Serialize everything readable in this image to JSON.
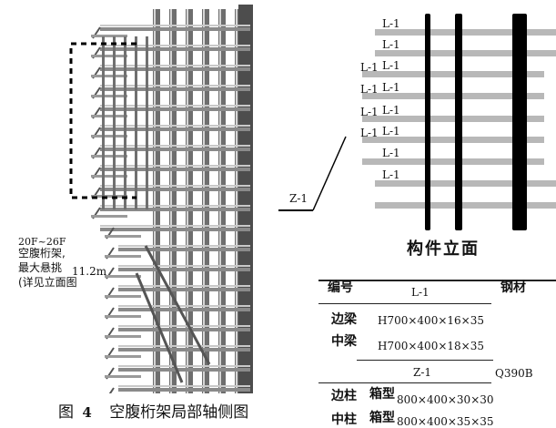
{
  "figure": {
    "caption": "图 4 空腹桁架局部轴侧图",
    "caption_prefix": "图",
    "caption_number": "4",
    "caption_text": "空腹桁架局部轴侧图"
  },
  "annotation": {
    "floors": "20F~26F",
    "line1": "空腹桁架,",
    "line2": "最大悬挑",
    "cantilever": "11.2m",
    "line3": "(详见立面图"
  },
  "elevation": {
    "title": "构件立面",
    "beam_label": "L-1",
    "column_label": "Z-1",
    "left_labels": [
      "L-1",
      "L-1",
      "L-1",
      "L-1"
    ],
    "right_labels": [
      "L-1",
      "L-1",
      "L-1",
      "L-1",
      "L-1",
      "L-1",
      "L-1",
      "L-1"
    ]
  },
  "table": {
    "header": {
      "code": "编号",
      "member": "L-1",
      "material": "钢材"
    },
    "rows": [
      {
        "code": "边梁",
        "spec": "H700×400×16×35"
      },
      {
        "code": "中梁",
        "spec": "H700×400×18×35"
      }
    ],
    "z_title": "Z-1",
    "z_rows": [
      {
        "code": "边柱",
        "type": "箱型",
        "spec": "800×400×30×30"
      },
      {
        "code": "中柱",
        "type": "箱型",
        "spec": "800×400×35×35"
      }
    ],
    "material": "Q390B"
  },
  "colors": {
    "beam": "#b8b8b8",
    "column": "#000000",
    "structure": "#6e6e6e"
  }
}
